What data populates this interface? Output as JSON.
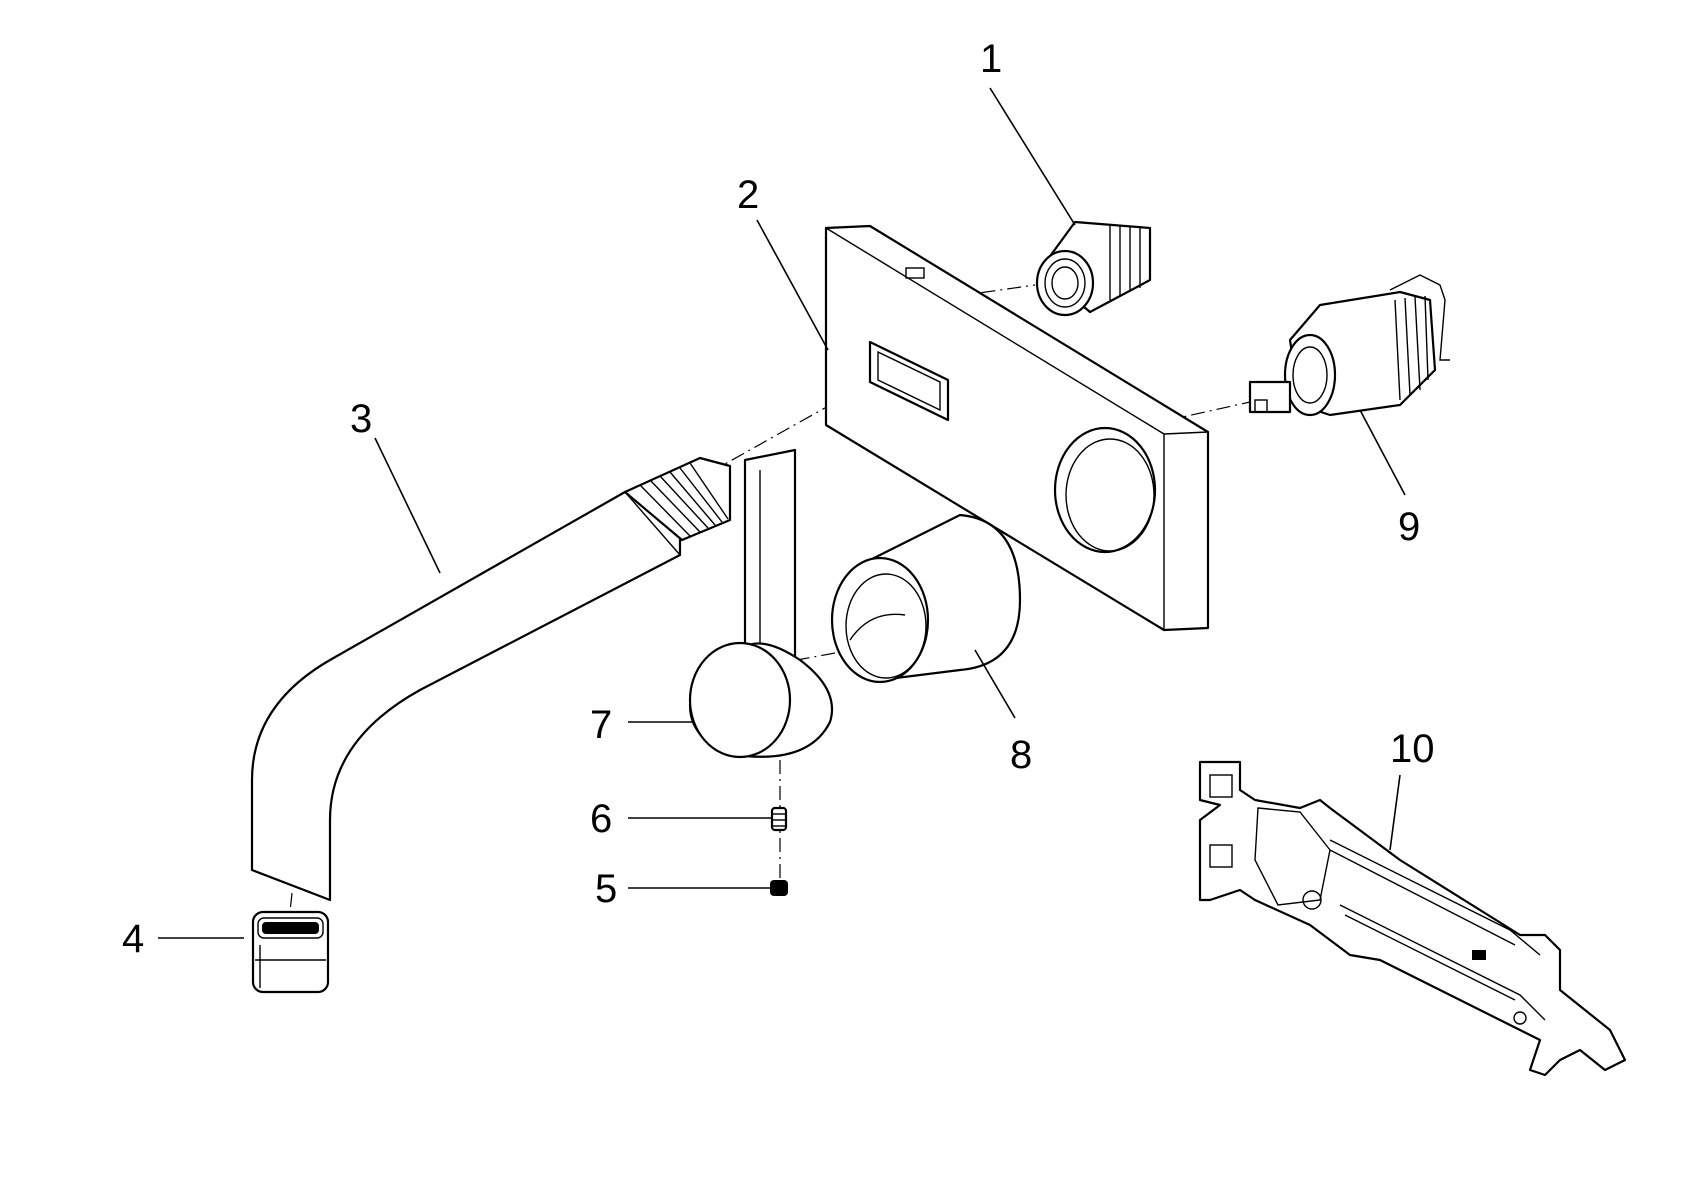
{
  "callouts": [
    "1",
    "2",
    "3",
    "4",
    "5",
    "6",
    "7",
    "8",
    "9",
    "10"
  ],
  "colors": {
    "line": "#000000",
    "background": "#ffffff"
  }
}
